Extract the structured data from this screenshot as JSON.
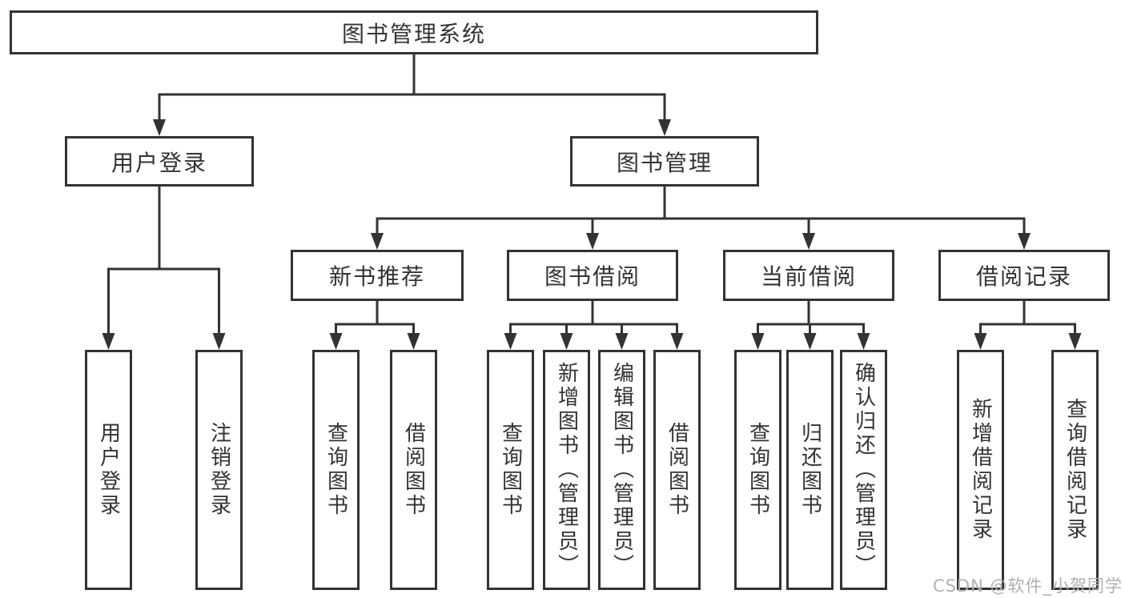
{
  "diagram": {
    "title": "图书管理系统",
    "level2": {
      "login": "用户登录",
      "manage": "图书管理"
    },
    "level3": {
      "recommend": "新书推荐",
      "borrow": "图书借阅",
      "current": "当前借阅",
      "records": "借阅记录"
    },
    "leaves": {
      "login": [
        "用户登录",
        "注销登录"
      ],
      "recommend": [
        "查询图书",
        "借阅图书"
      ],
      "borrow": [
        "查询图书",
        "新增图书（管理员）",
        "编辑图书（管理员）",
        "借阅图书"
      ],
      "current": [
        "查询图书",
        "归还图书",
        "确认归还（管理员）"
      ],
      "records": [
        "新增借阅记录",
        "查询借阅记录"
      ]
    },
    "watermark": "CSDN @软件_小贺同学",
    "colors": {
      "line": "#333333",
      "border": "#333333",
      "text": "#333333",
      "background": "#ffffff",
      "watermark": "#b0b0b0"
    }
  }
}
